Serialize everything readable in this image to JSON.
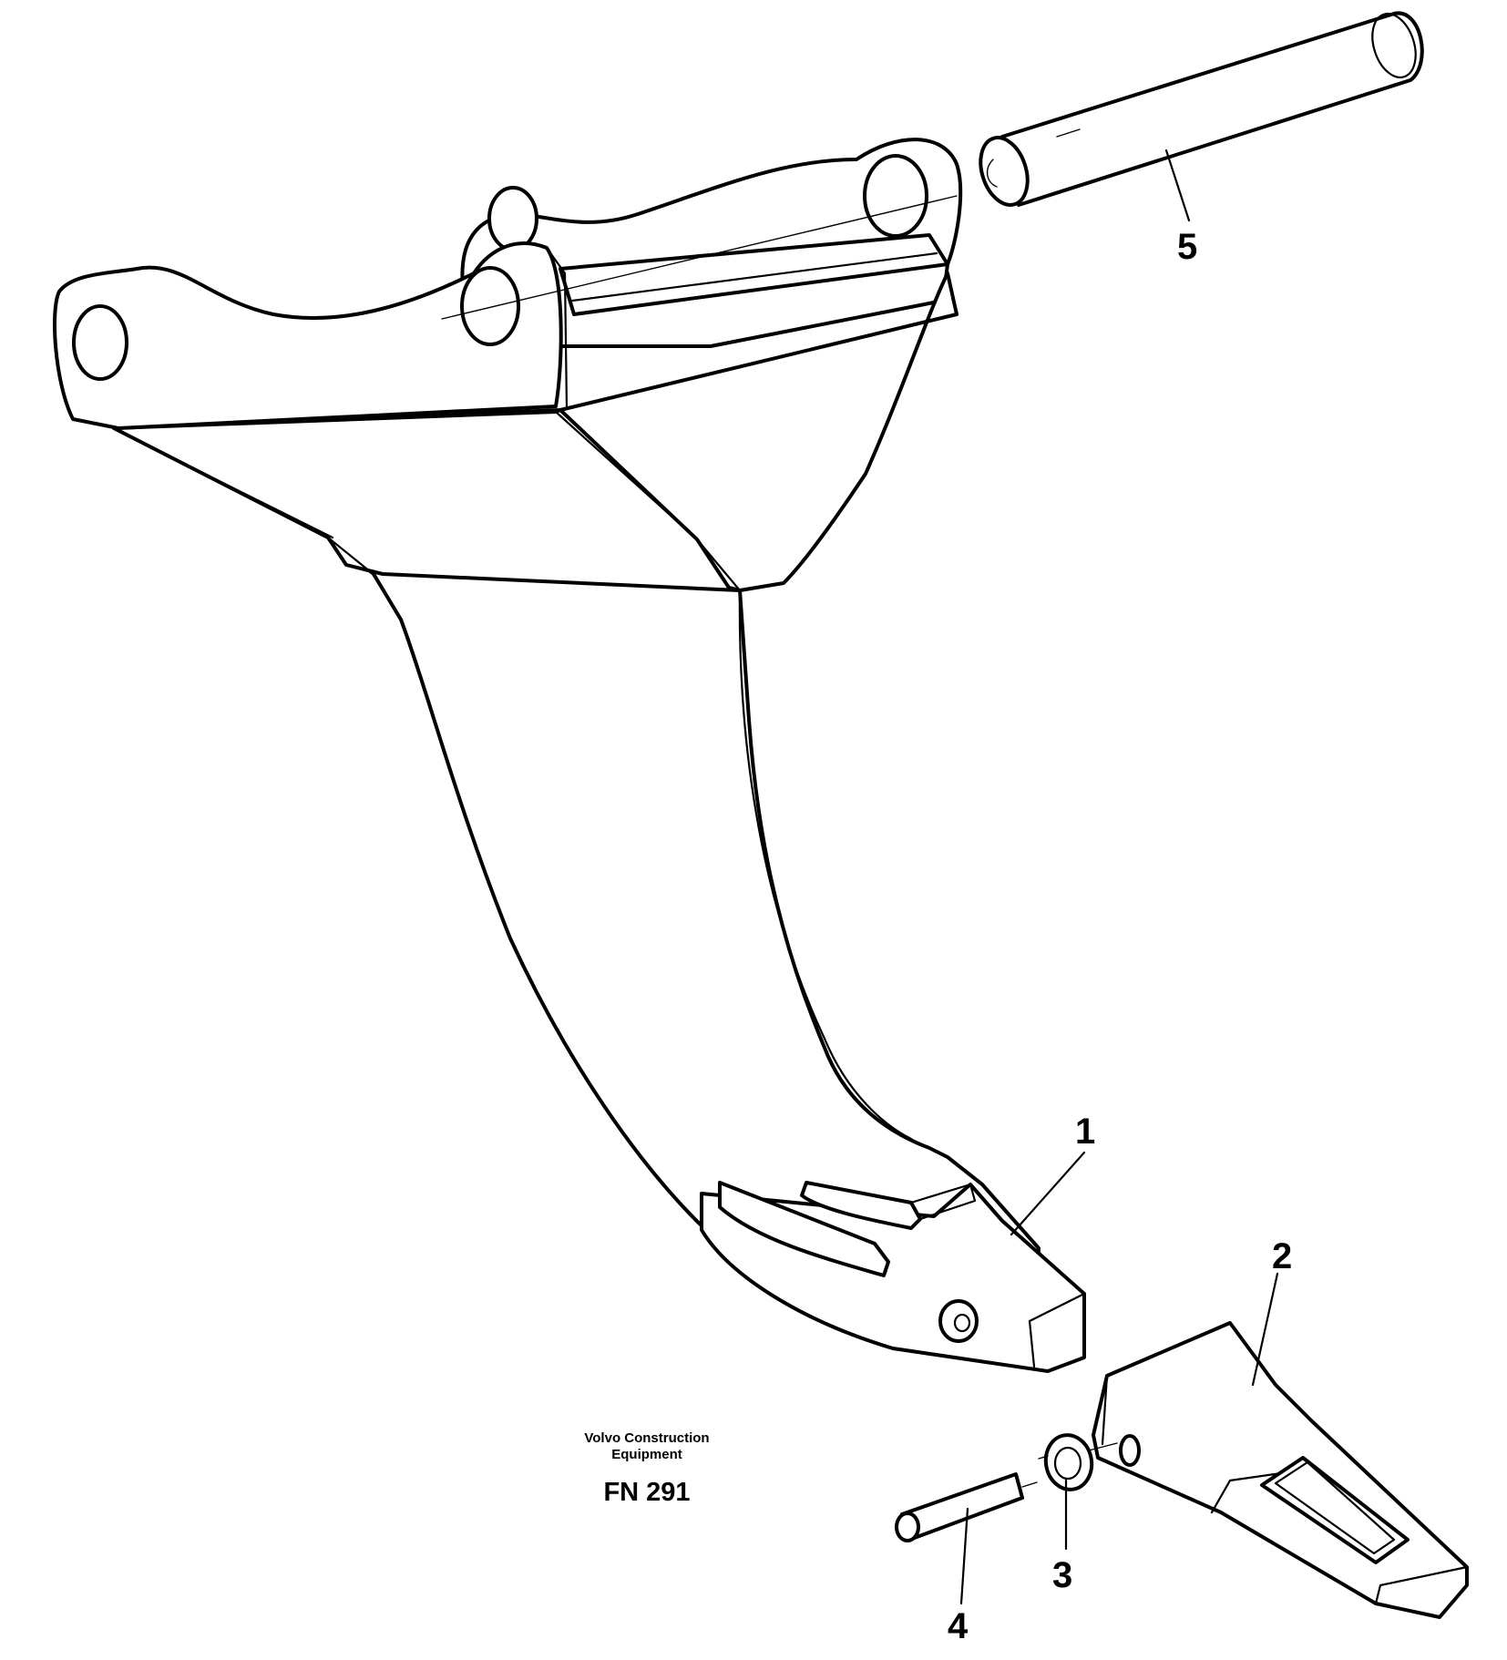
{
  "caption": {
    "company_line1": "Volvo Construction",
    "company_line2": "Equipment",
    "figure_code": "FN 291"
  },
  "callouts": [
    {
      "id": "1",
      "label": "1",
      "part": "ripper-shank"
    },
    {
      "id": "2",
      "label": "2",
      "part": "ripper-tooth"
    },
    {
      "id": "3",
      "label": "3",
      "part": "retainer-washer"
    },
    {
      "id": "4",
      "label": "4",
      "part": "tooth-pin"
    },
    {
      "id": "5",
      "label": "5",
      "part": "mounting-pin"
    }
  ],
  "colors": {
    "line": "#000000",
    "background": "#ffffff"
  }
}
